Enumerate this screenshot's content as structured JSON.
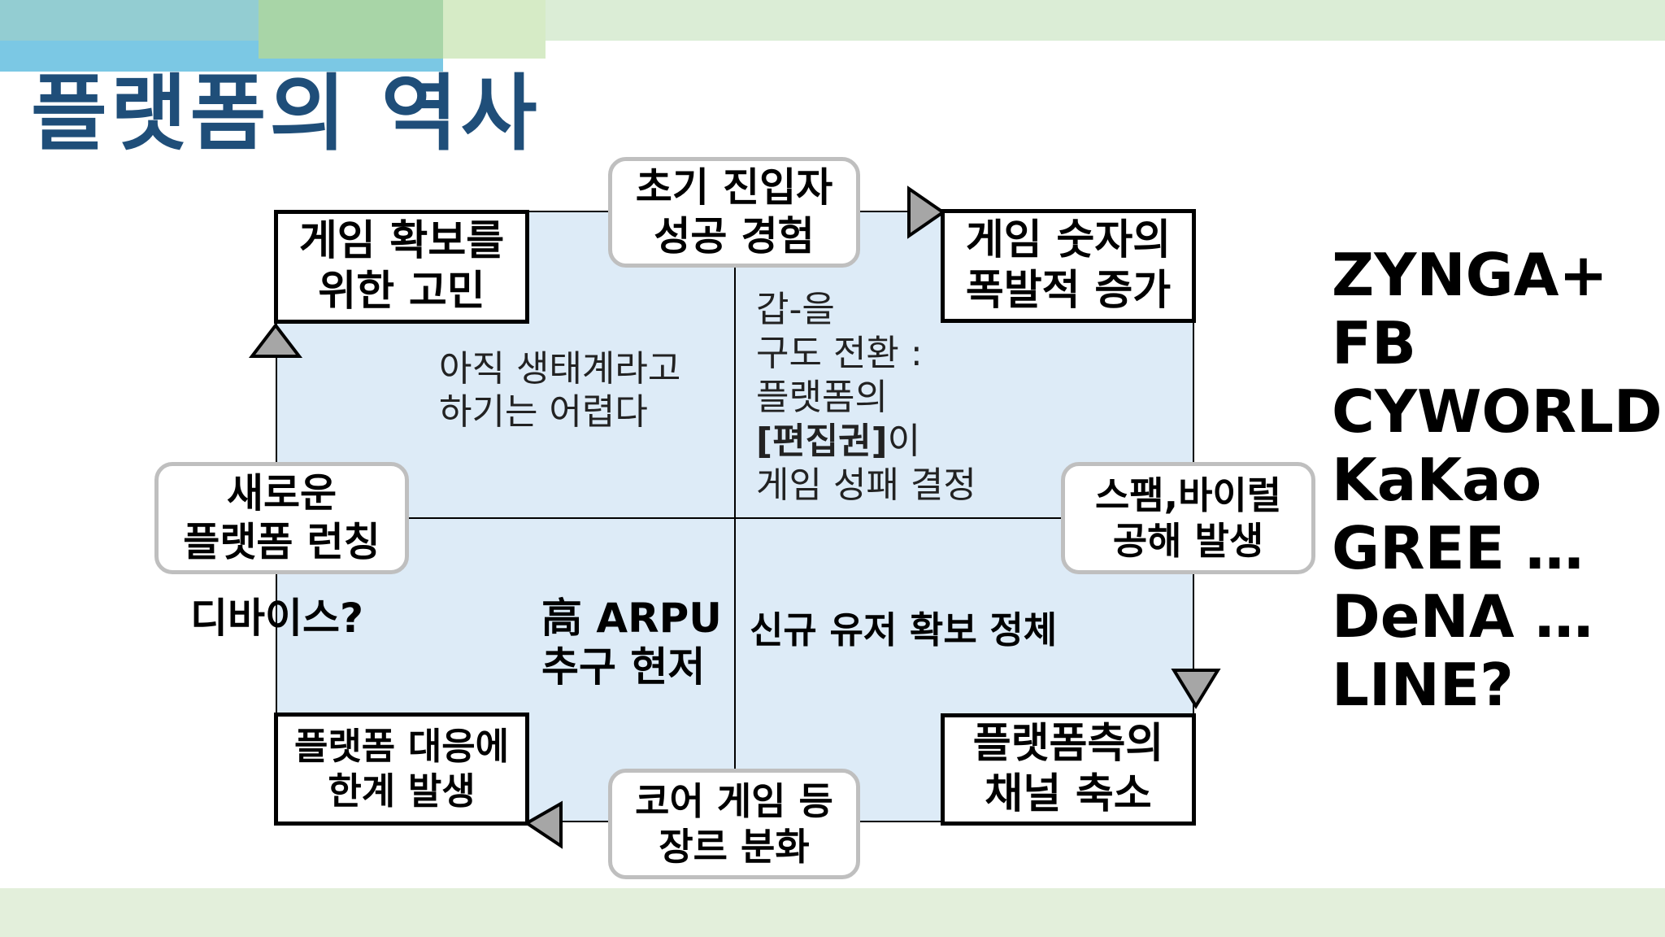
{
  "title": "플랫폼의 역사",
  "colors": {
    "title": "#1f4e79",
    "quadrant_fill": "#ddebf7",
    "header_light_green": "#dbedd6",
    "header_blue": "#7bc8e4",
    "header_teal": "#93cdd2",
    "header_green": "#a8d5a7",
    "footer": "#e3efdb",
    "rounded_border": "#bfbfbf",
    "arrow_fill": "#a6a6a6"
  },
  "cycle": {
    "top_center": [
      "초기 진입자",
      "성공 경험"
    ],
    "top_right": [
      "게임 숫자의",
      "폭발적 증가"
    ],
    "right_center": [
      "스팸,바이럴",
      "공해 발생"
    ],
    "bottom_right": [
      "플랫폼측의",
      "채널 축소"
    ],
    "bottom_center": [
      "코어 게임 등",
      "장르 분화"
    ],
    "bottom_left": [
      "플랫폼 대응에",
      "한계 발생"
    ],
    "left_center": [
      "새로운",
      "플랫폼 런칭"
    ],
    "top_left": [
      "게임 확보를",
      "위한 고민"
    ]
  },
  "quadrants": {
    "top_left": [
      "아직 생태계라고",
      "하기는 어렵다"
    ],
    "top_right": {
      "line1": "갑-을",
      "line2": "구도 전환 :",
      "line3": "플랫폼의",
      "line4_bold": "[편집권]",
      "line4_rest": "이",
      "line5": "게임 성패 결정"
    },
    "bottom_left": [
      "高 ARPU",
      "추구 현저"
    ],
    "bottom_right": "신규 유저 확보 정체"
  },
  "device_note": "디바이스?",
  "companies": [
    "ZYNGA+",
    "FB",
    "CYWORLD",
    "KaKao",
    "GREE …",
    "DeNA …",
    "LINE?"
  ]
}
